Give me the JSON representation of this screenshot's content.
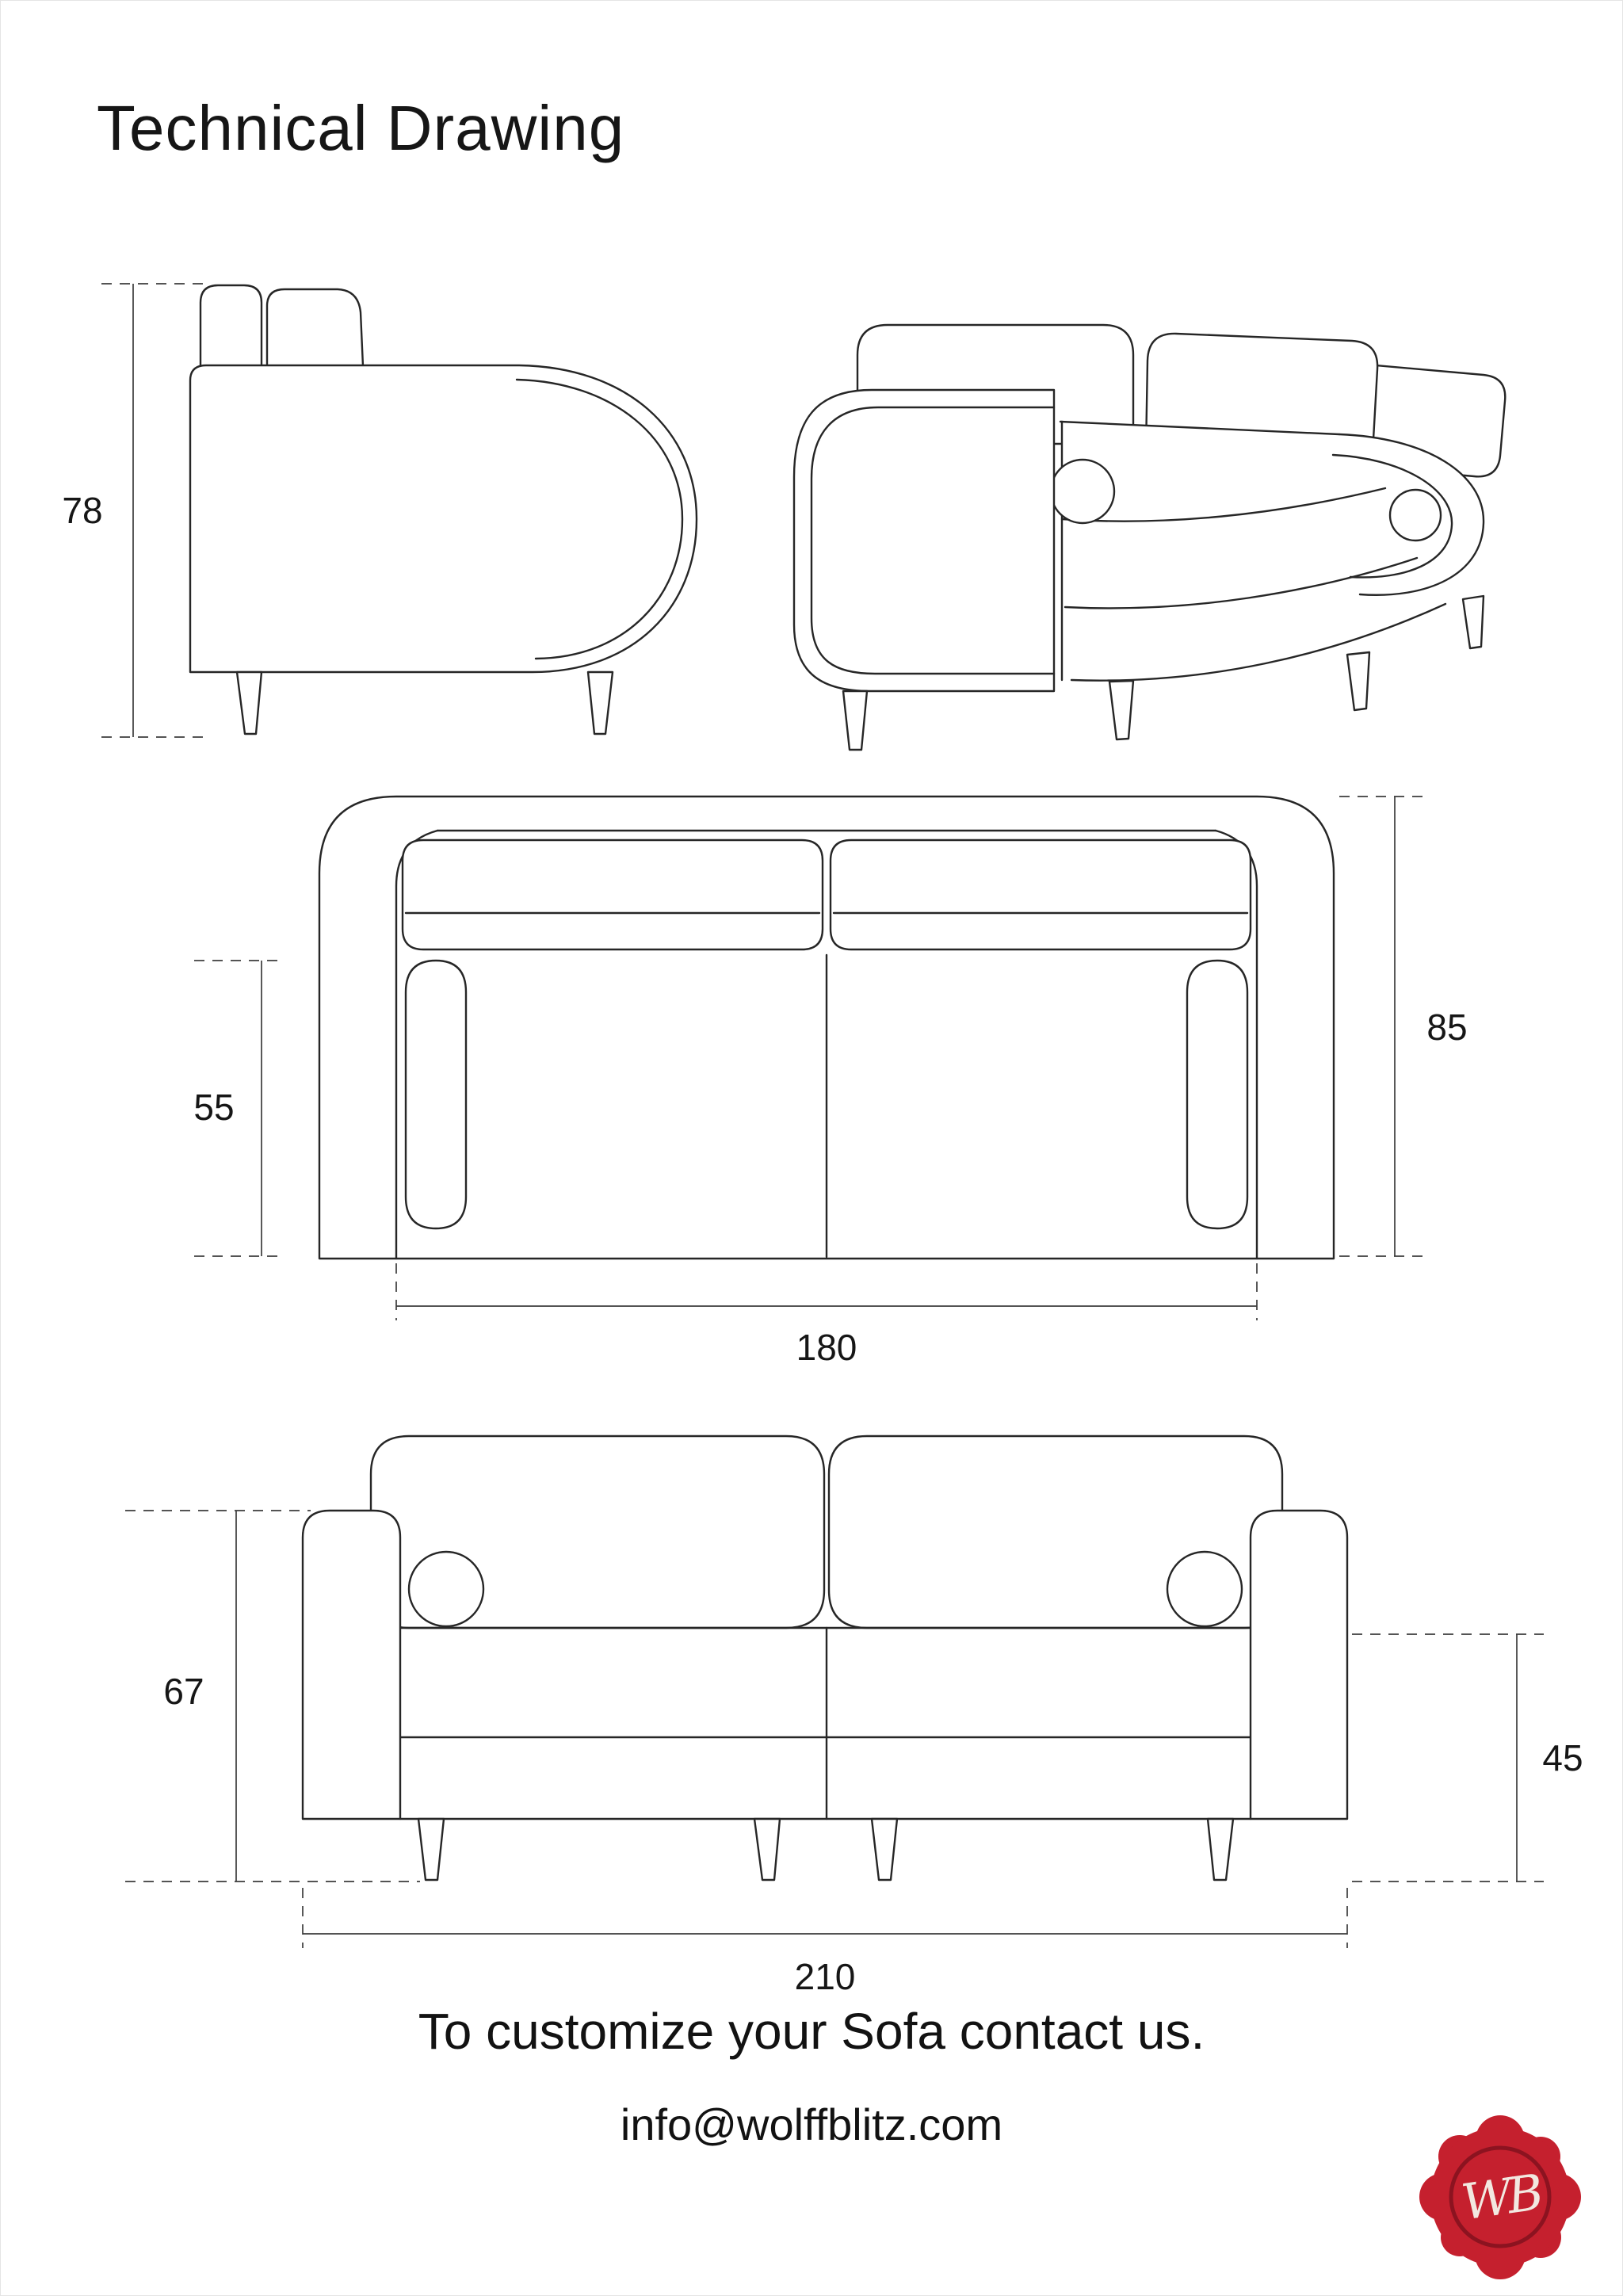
{
  "page": {
    "title": "Technical Drawing",
    "cta": "To customize your Sofa contact us.",
    "email": "info@wolffblitz.com"
  },
  "dimensions": {
    "side_total_height": "78",
    "top_seat_depth": "55",
    "top_total_depth": "85",
    "top_inner_width": "180",
    "front_arm_height": "67",
    "front_seat_height": "45",
    "front_total_width": "210"
  },
  "logo": {
    "initials": "WB",
    "seal_color": "#c5202e",
    "ring_color": "#8c1320",
    "text_color": "#f2e8e0"
  }
}
